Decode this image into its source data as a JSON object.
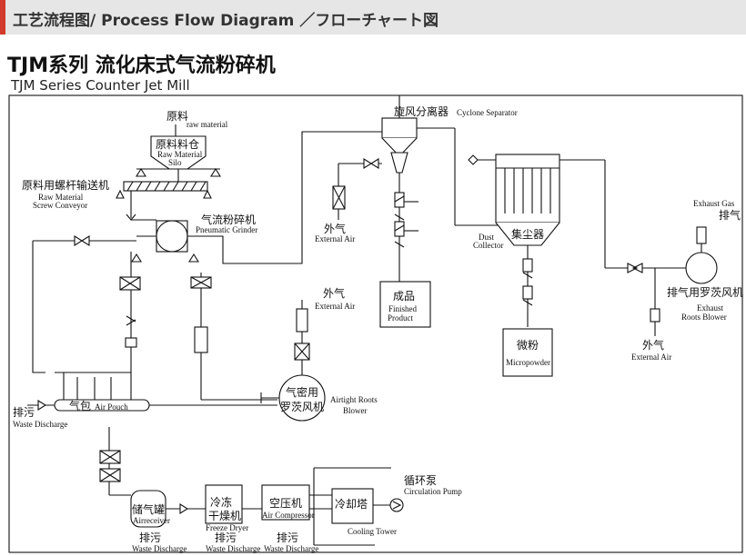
{
  "header": {
    "bar_title": "工艺流程图/ Process Flow Diagram ／フローチャート図",
    "title_cn": "TJM系列 流化床式气流粉碎机",
    "title_en": "TJM Series Counter Jet Mill"
  },
  "labels": {
    "raw_material_cn": "原料",
    "raw_material_en": "raw material",
    "silo_cn": "原料料仓",
    "silo_en1": "Raw Material",
    "silo_en2": "Silo",
    "screw_cn": "原料用螺杆输送机",
    "screw_en1": "Raw Material",
    "screw_en2": "Screw Conveyor",
    "grinder_cn": "气流粉碎机",
    "grinder_en": "Pneumatic Grinder",
    "cyclone_cn": "旋风分离器",
    "cyclone_en": "Cyclone Separator",
    "ext_air1_cn": "外气",
    "ext_air1_en": "External Air",
    "ext_air2_cn": "外气",
    "ext_air2_en": "External Air",
    "ext_air3_cn": "外气",
    "ext_air3_en": "External Air",
    "product_cn": "成品",
    "product_en1": "Finished",
    "product_en2": "Product",
    "dust_cn": "集尘器",
    "dust_en1": "Dust",
    "dust_en2": "Collector",
    "micro_cn": "微粉",
    "micro_en": "Micropowder",
    "exhaust_gas_en": "Exhaust Gas",
    "exhaust_gas_cn": "排气",
    "exh_blower_cn": "排气用罗茨风机",
    "exh_blower_en1": "Exhaust",
    "exh_blower_en2": "Roots Blower",
    "airtight_cn1": "气密用",
    "airtight_cn2": "罗茨风机",
    "airtight_en1": "Airtight Roots",
    "airtight_en2": "Blower",
    "pouch_cn": "气包",
    "pouch_en": "Air Pouch",
    "waste1_cn": "排污",
    "waste1_en": "Waste Discharge",
    "receiver_cn": "储气罐",
    "receiver_en": "Airreceiver",
    "waste2_cn": "排污",
    "waste2_en": "Waste Discharge",
    "dryer_cn1": "冷冻",
    "dryer_cn2": "干燥机",
    "dryer_en": "Freeze Dryer",
    "waste3_cn": "排污",
    "waste3_en": "Waste Discharge",
    "comp_cn": "空压机",
    "comp_en": "Air Compressor",
    "waste4_cn": "排污",
    "waste4_en": "Waste Discharge",
    "tower_cn": "冷却塔",
    "tower_en": "Cooling Tower",
    "pump_cn": "循环泵",
    "pump_en": "Circulation Pump"
  },
  "colors": {
    "accent": "#d23a2c",
    "bar_bg": "#e6e6e6",
    "line": "#111111"
  }
}
